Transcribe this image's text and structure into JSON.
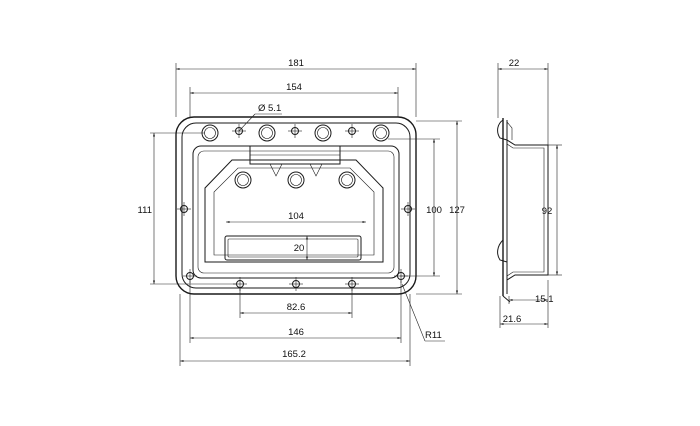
{
  "dimensions": {
    "overall_width": "181",
    "hole_span_top": "154",
    "hole_diameter": "Ø 5.1",
    "overall_height_left": "111",
    "handle_width": "104",
    "handle_height": "20",
    "inner_height": "100",
    "overall_height_right": "127",
    "bottom_hole_span": "82.6",
    "bottom_span": "146",
    "overall_base_width": "165.2",
    "corner_radius": "R11",
    "side_depth_top": "22",
    "side_height": "92",
    "side_depth_mid": "15.1",
    "side_depth_bottom": "21.6"
  }
}
